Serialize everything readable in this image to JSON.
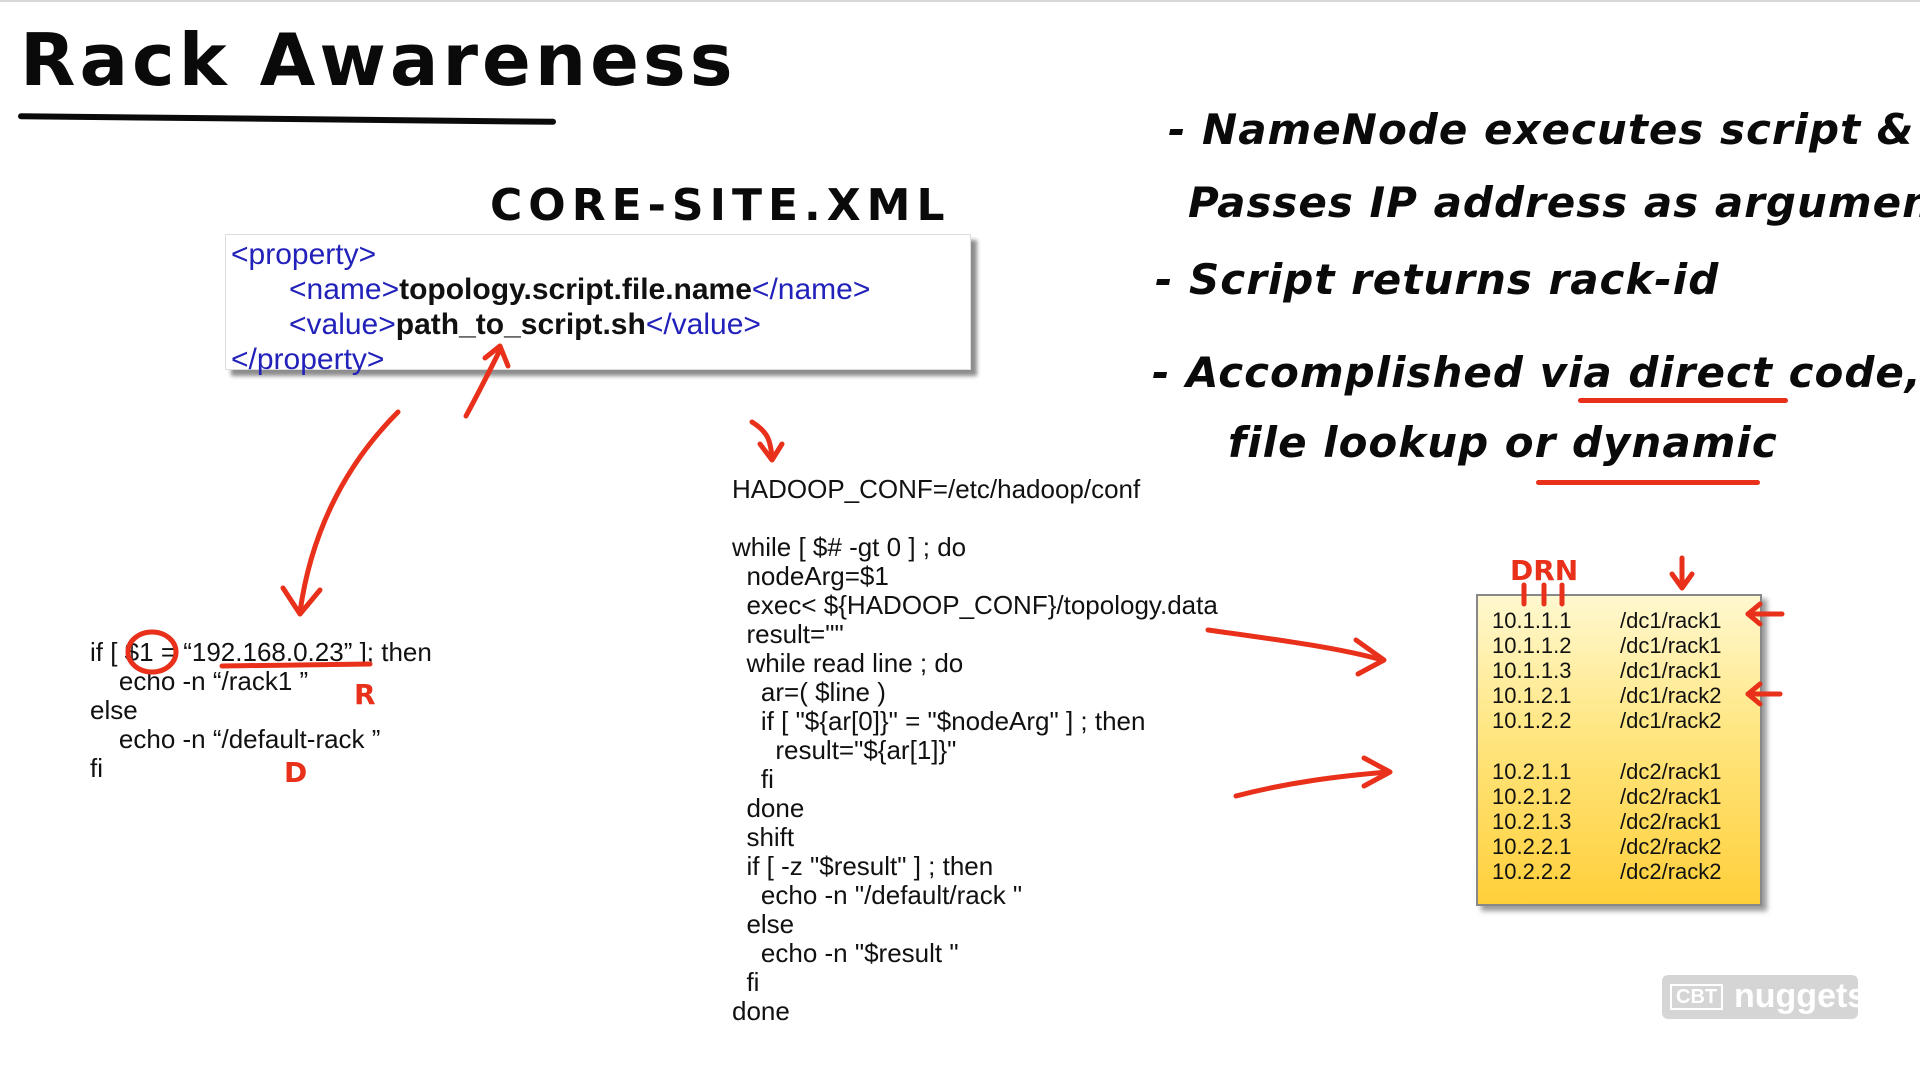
{
  "title": "Rack Awareness",
  "core_site_label": "CORE-SITE.XML",
  "xml": {
    "open_property": "<property>",
    "name_open": "<name>",
    "name_value": "topology.script.file.name",
    "name_close": "</name>",
    "value_open": "<value>",
    "value_value": "path_to_script.sh",
    "value_close": "</value>",
    "close_property": "</property>"
  },
  "bullets": {
    "b1_line1": "- NameNode executes script &",
    "b1_line2": "Passes IP address as argument",
    "b2": "- Script returns rack-id",
    "b3_line1": "- Accomplished via direct code,",
    "b3_line2": "file lookup or dynamic"
  },
  "code_left": [
    "if [ $1 = “192.168.0.23” ]; then",
    "    echo -n “/rack1 ”",
    "else",
    "    echo -n “/default-rack ”",
    "fi"
  ],
  "code_right": [
    "HADOOP_CONF=/etc/hadoop/conf",
    "",
    "while [ $# -gt 0 ] ; do",
    "  nodeArg=$1",
    "  exec< ${HADOOP_CONF}/topology.data",
    "  result=\"\"",
    "  while read line ; do",
    "    ar=( $line )",
    "    if [ \"${ar[0]}\" = \"$nodeArg\" ] ; then",
    "      result=\"${ar[1]}\"",
    "    fi",
    "  done",
    "  shift",
    "  if [ -z \"$result\" ] ; then",
    "    echo -n \"/default/rack \"",
    "  else",
    "    echo -n \"$result \"",
    "  fi",
    "done"
  ],
  "topology_table": {
    "group1": [
      {
        "ip": "10.1.1.1",
        "rack": "/dc1/rack1"
      },
      {
        "ip": "10.1.1.2",
        "rack": "/dc1/rack1"
      },
      {
        "ip": "10.1.1.3",
        "rack": "/dc1/rack1"
      },
      {
        "ip": "10.1.2.1",
        "rack": "/dc1/rack2"
      },
      {
        "ip": "10.1.2.2",
        "rack": "/dc1/rack2"
      }
    ],
    "group2": [
      {
        "ip": "10.2.1.1",
        "rack": "/dc2/rack1"
      },
      {
        "ip": "10.2.1.2",
        "rack": "/dc2/rack1"
      },
      {
        "ip": "10.2.1.3",
        "rack": "/dc2/rack1"
      },
      {
        "ip": "10.2.2.1",
        "rack": "/dc2/rack2"
      },
      {
        "ip": "10.2.2.2",
        "rack": "/dc2/rack2"
      }
    ]
  },
  "table_annotation": "DRN",
  "left_annotations": {
    "r": "R",
    "d": "D"
  },
  "logo": {
    "cbt": "CBT",
    "text": "nuggets"
  },
  "colors": {
    "annotation_red": "#e8301a",
    "table_yellow": "#ffcf3a",
    "xml_tag_blue": "#2222bb",
    "xml_tagname_red": "#8b1a1a"
  }
}
